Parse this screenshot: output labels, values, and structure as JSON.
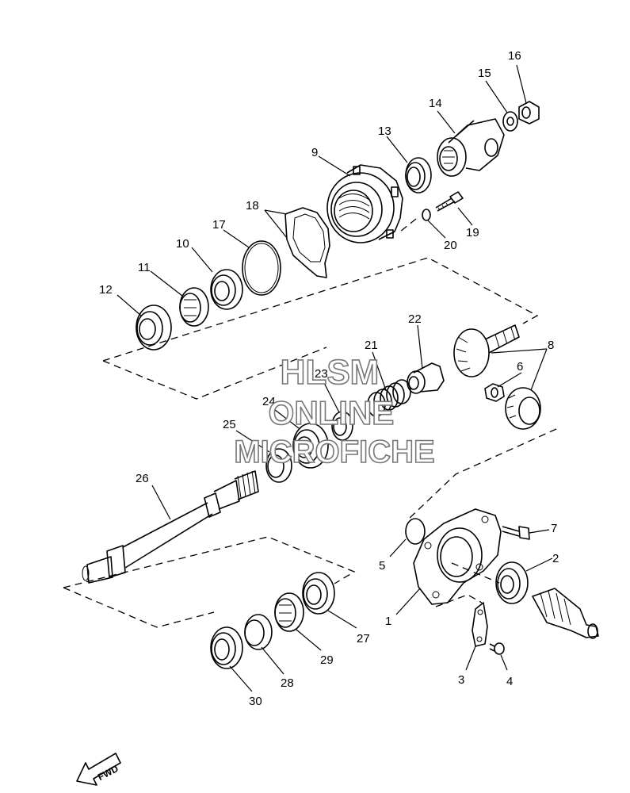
{
  "parts": [
    {
      "number": "1"
    },
    {
      "number": "2"
    },
    {
      "number": "3"
    },
    {
      "number": "4"
    },
    {
      "number": "5"
    },
    {
      "number": "6"
    },
    {
      "number": "7"
    },
    {
      "number": "8"
    },
    {
      "number": "9"
    },
    {
      "number": "10"
    },
    {
      "number": "11"
    },
    {
      "number": "12"
    },
    {
      "number": "13"
    },
    {
      "number": "14"
    },
    {
      "number": "15"
    },
    {
      "number": "16"
    },
    {
      "number": "17"
    },
    {
      "number": "18"
    },
    {
      "number": "19"
    },
    {
      "number": "20"
    },
    {
      "number": "21"
    },
    {
      "number": "22"
    },
    {
      "number": "23"
    },
    {
      "number": "24"
    },
    {
      "number": "25"
    },
    {
      "number": "26"
    },
    {
      "number": "27"
    },
    {
      "number": "28"
    },
    {
      "number": "29"
    },
    {
      "number": "30"
    }
  ],
  "watermark": {
    "line1": "HLSM",
    "line2": "ONLINE",
    "line3": "MICROFICHE"
  },
  "direction_label": "FWD"
}
